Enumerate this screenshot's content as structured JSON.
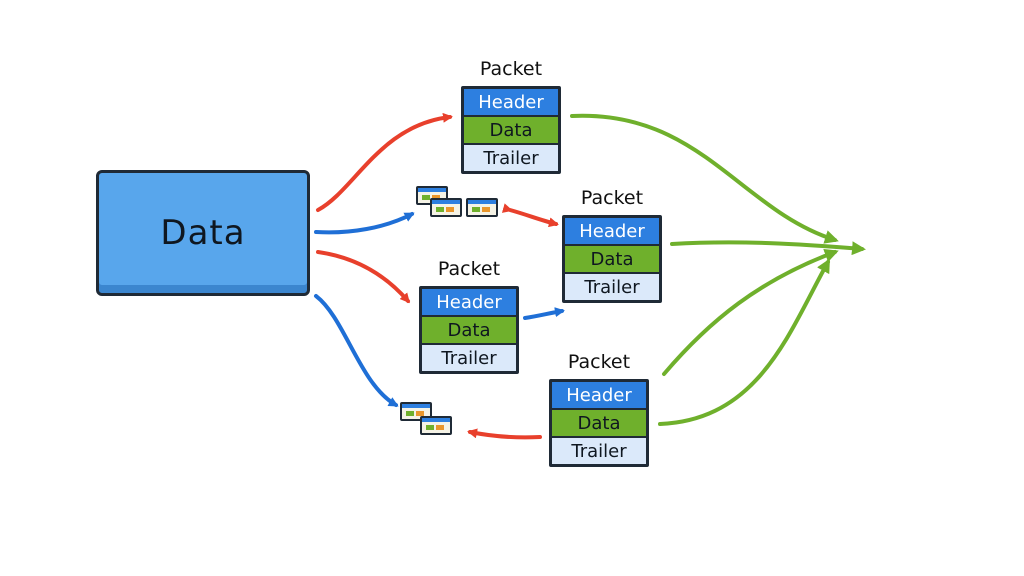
{
  "source": {
    "label": "Data"
  },
  "packets": [
    {
      "title": "Packet",
      "segments": {
        "header": "Header",
        "data": "Data",
        "trailer": "Trailer"
      }
    },
    {
      "title": "Packet",
      "segments": {
        "header": "Header",
        "data": "Data",
        "trailer": "Trailer"
      }
    },
    {
      "title": "Packet",
      "segments": {
        "header": "Header",
        "data": "Data",
        "trailer": "Trailer"
      }
    },
    {
      "title": "Packet",
      "segments": {
        "header": "Header",
        "data": "Data",
        "trailer": "Trailer"
      }
    }
  ],
  "colors": {
    "background": "#ffffff",
    "source_fill": "#58a6ec",
    "outline": "#1f2a36",
    "header_fill": "#2d7fe0",
    "data_fill": "#6fb02c",
    "trailer_fill": "#dbe9fa",
    "arrow_red": "#e8402c",
    "arrow_blue": "#1f6fd6",
    "arrow_green": "#6fb02c"
  }
}
